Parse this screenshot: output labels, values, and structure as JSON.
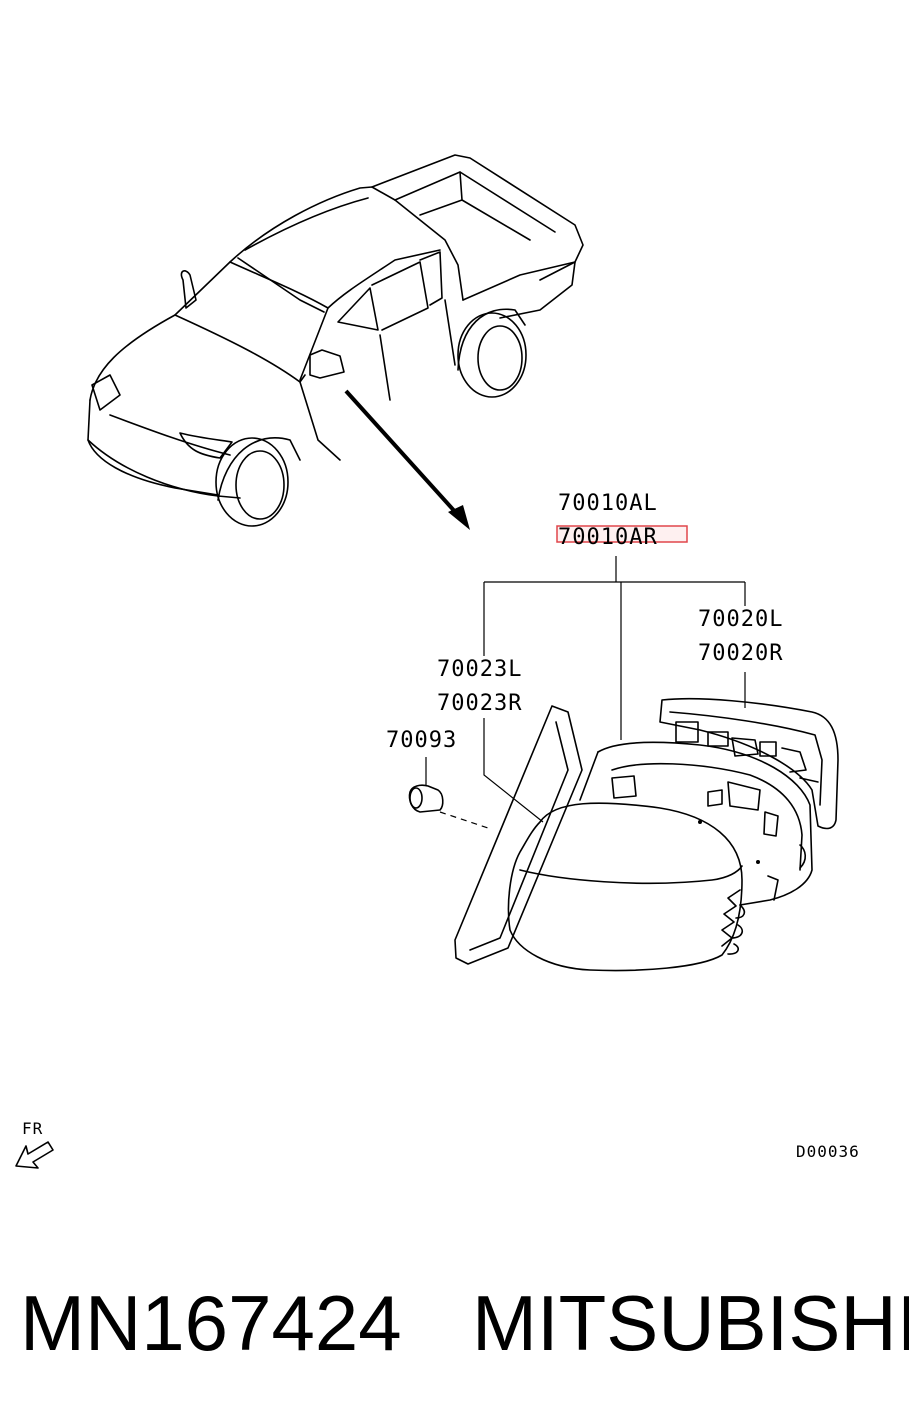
{
  "callouts": {
    "assembly_left": "70010AL",
    "assembly_right": "70010AR",
    "mirror_glass_left": "70020L",
    "mirror_glass_right": "70020R",
    "cover_left": "70023L",
    "cover_right": "70023R",
    "fastener": "70093"
  },
  "orientation_label": "FR",
  "diagram_code": "D00036",
  "footer": {
    "part_number": "MN167424",
    "brand": "MITSUBISHI"
  },
  "colors": {
    "highlight": "#e0464b",
    "highlight_fill": "#fde9ea",
    "ink": "#000000"
  },
  "icons": {
    "orientation": "arrow-down-left-icon"
  }
}
